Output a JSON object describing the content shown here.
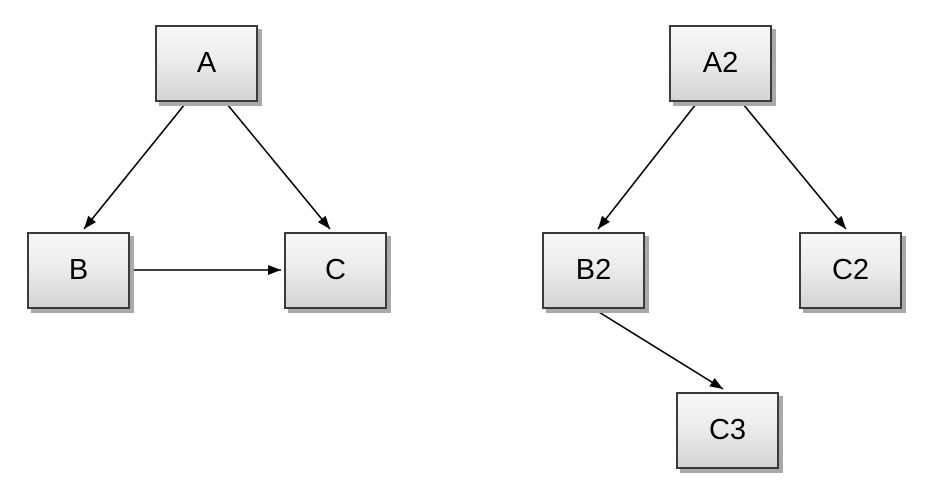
{
  "diagram": {
    "left": {
      "nodes": [
        {
          "id": "A",
          "label": "A"
        },
        {
          "id": "B",
          "label": "B"
        },
        {
          "id": "C",
          "label": "C"
        }
      ],
      "edges": [
        {
          "from": "A",
          "to": "B"
        },
        {
          "from": "A",
          "to": "C"
        },
        {
          "from": "B",
          "to": "C"
        }
      ]
    },
    "right": {
      "nodes": [
        {
          "id": "A2",
          "label": "A2"
        },
        {
          "id": "B2",
          "label": "B2"
        },
        {
          "id": "C2",
          "label": "C2"
        },
        {
          "id": "C3",
          "label": "C3"
        }
      ],
      "edges": [
        {
          "from": "A2",
          "to": "B2"
        },
        {
          "from": "A2",
          "to": "C2"
        },
        {
          "from": "B2",
          "to": "C3"
        }
      ]
    }
  },
  "colors": {
    "background": "#ffffff",
    "node_fill_top": "#f8f8f8",
    "node_fill_bottom": "#d4d4d4",
    "node_border": "#3b3b3b",
    "node_shadow": "#a9a9a9",
    "edge": "#000000",
    "label": "#000000"
  }
}
